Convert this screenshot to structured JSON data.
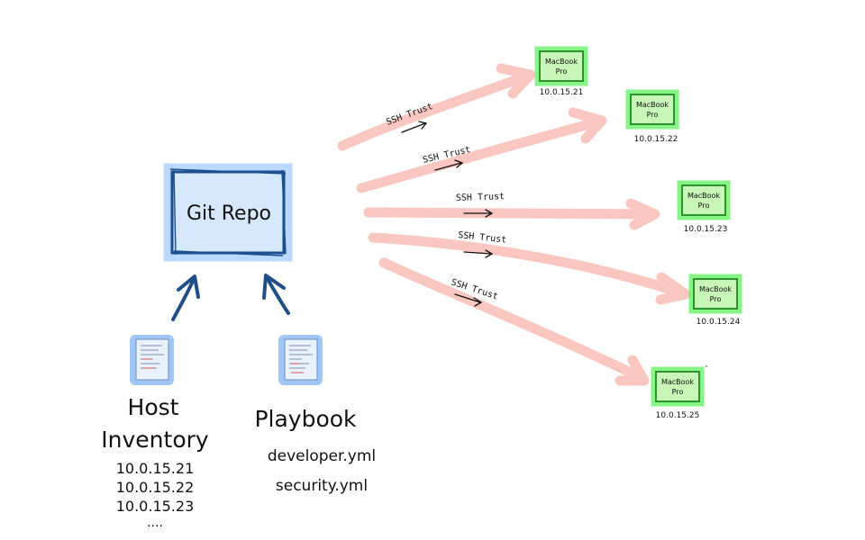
{
  "repo": {
    "label": "Git Repo"
  },
  "inventory": {
    "title_line1": "Host",
    "title_line2": "Inventory",
    "hosts": [
      "10.0.15.21",
      "10.0.15.22",
      "10.0.15.23"
    ],
    "ellipsis": "...."
  },
  "playbook": {
    "title": "Playbook",
    "files": [
      "developer.yml",
      "security.yml"
    ]
  },
  "connections": [
    {
      "label": "SSH Trust",
      "target_ip": "10.0.15.21"
    },
    {
      "label": "SSH Trust",
      "target_ip": "10.0.15.22"
    },
    {
      "label": "SSH Trust",
      "target_ip": "10.0.15.23"
    },
    {
      "label": "SSH Trust",
      "target_ip": "10.0.15.24"
    },
    {
      "label": "SSH Trust",
      "target_ip": "10.0.15.25"
    }
  ],
  "machines": [
    {
      "line1": "MacBook",
      "line2": "Pro",
      "ip": "10.0.15.21"
    },
    {
      "line1": "MacBook",
      "line2": "Pro",
      "ip": "10.0.15.22"
    },
    {
      "line1": "MacBook",
      "line2": "Pro",
      "ip": "10.0.15.23"
    },
    {
      "line1": "MacBook",
      "line2": "Pro",
      "ip": "10.0.15.24"
    },
    {
      "line1": "MacBook",
      "line2": "Pro",
      "ip": "10.0.15.25"
    }
  ],
  "colors": {
    "repo_fill": "#d6e8fb",
    "repo_stroke": "#1a4f8f",
    "repo_glow": "#9ec8ff",
    "doc_glow": "#8fbcf5",
    "arrow_pink": "#f9c6c0",
    "machine_fill": "#c8f5b8",
    "machine_stroke": "#1f8a1f",
    "machine_glow": "#5df25d",
    "up_arrow": "#1f4f86"
  }
}
